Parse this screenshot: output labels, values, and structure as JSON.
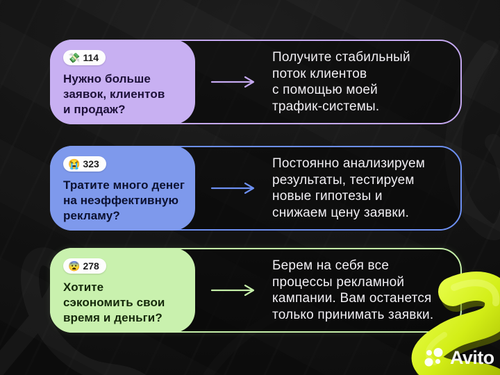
{
  "brand": {
    "name": "Avito"
  },
  "colors": {
    "background": "#161616",
    "answer_text": "#f1eff4",
    "tube": "#d3ee17",
    "badge_bg": "#fdfdfd"
  },
  "rows": [
    {
      "badge_emoji": "💸",
      "badge_count": "114",
      "accent": "#c5a9f1",
      "fill": "#c8b0f2",
      "question_color": "#1c1038",
      "question_lines": [
        "Нужно больше",
        "заявок, клиентов",
        "и продаж?"
      ],
      "answer_lines": [
        "Получите стабильный",
        "поток клиентов",
        "с помощью моей",
        "трафик-системы."
      ]
    },
    {
      "badge_emoji": "😭",
      "badge_count": "323",
      "accent": "#6d90f2",
      "fill": "#7e99ec",
      "question_color": "#0c1130",
      "question_lines": [
        "Тратите много денег",
        "на неэффективную",
        "рекламу?"
      ],
      "answer_lines": [
        "Постоянно анализируем",
        "результаты, тестируем",
        "новые гипотезы и",
        "снижаем цену заявки."
      ]
    },
    {
      "badge_emoji": "😨",
      "badge_count": "278",
      "accent": "#c6f0a9",
      "fill": "#c9f1ae",
      "question_color": "#15290b",
      "question_lines": [
        "Хотите",
        "сэкономить свои",
        "время и деньги?"
      ],
      "answer_lines": [
        "Берем на себя все",
        "процессы рекламной",
        "кампании. Вам останется",
        "только принимать заявки."
      ]
    }
  ]
}
